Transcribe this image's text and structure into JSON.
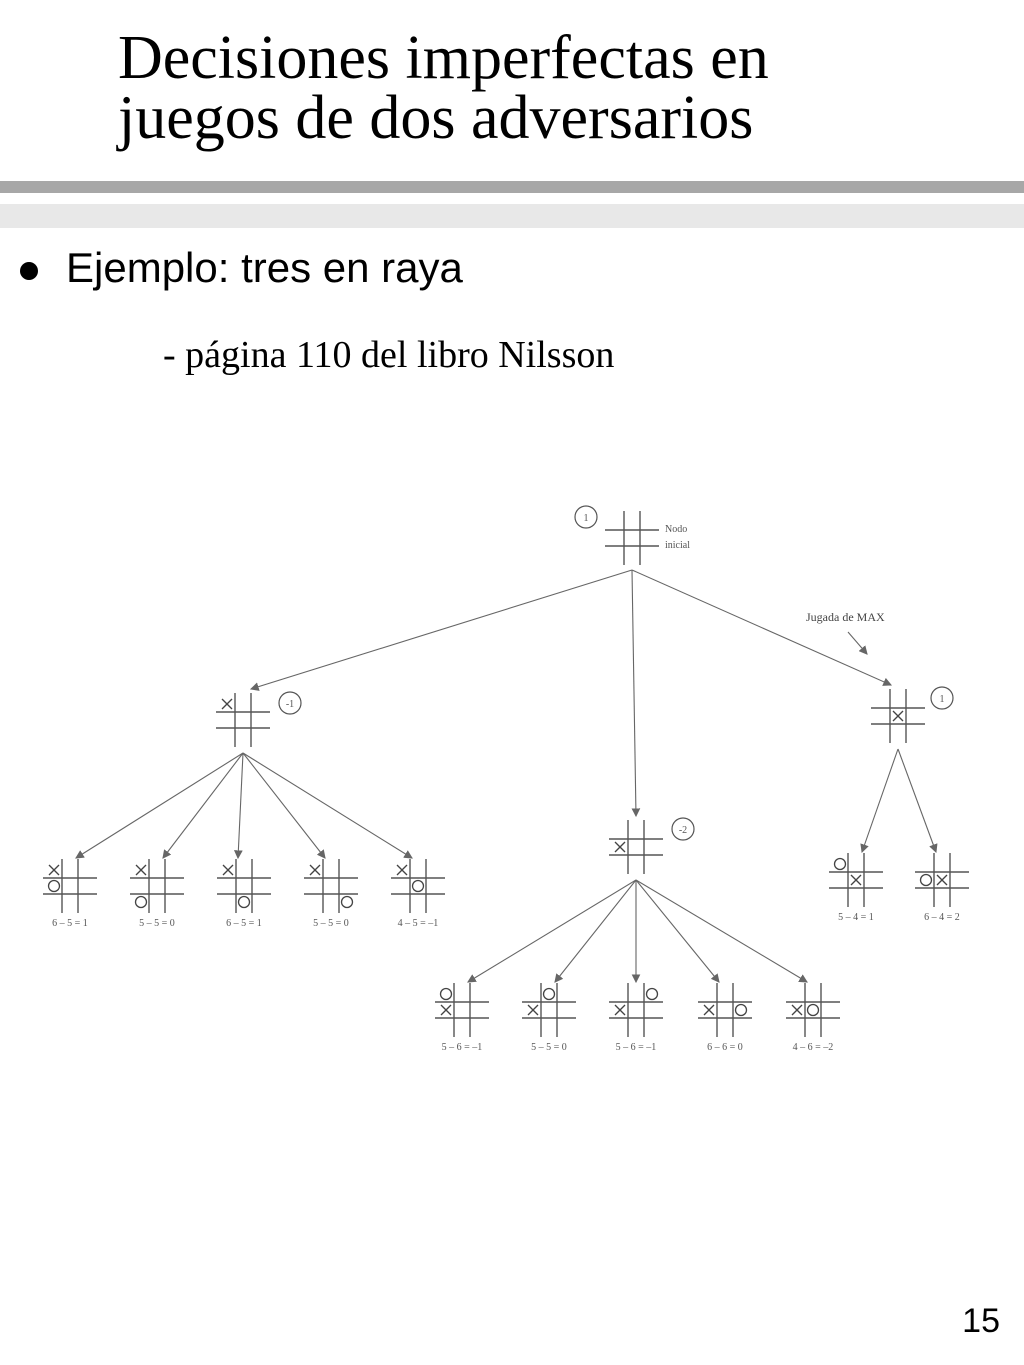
{
  "slide": {
    "title_line1": "Decisiones imperfectas en",
    "title_line2": "juegos de dos adversarios",
    "bullet": "Ejemplo: tres en raya",
    "subtext": "- página 110 del libro  Nilsson",
    "page_number": "15"
  },
  "diagram": {
    "root": {
      "label": "1",
      "note_line1": "Nodo",
      "note_line2": "inicial"
    },
    "max_move_label": "Jugada de MAX",
    "children": [
      {
        "label": "-1",
        "board": [
          "X",
          "",
          "",
          "",
          "",
          "",
          "",
          "",
          ""
        ],
        "leaves": [
          {
            "board": [
              "X",
              "",
              "",
              "O",
              "",
              "",
              "",
              "",
              ""
            ],
            "eval": "6 – 5 = 1"
          },
          {
            "board": [
              "X",
              "",
              "",
              "",
              "",
              "",
              "O",
              "",
              ""
            ],
            "eval": "5 – 5 = 0"
          },
          {
            "board": [
              "X",
              "",
              "",
              "",
              "",
              "",
              "",
              "O",
              ""
            ],
            "eval": "6 – 5 = 1"
          },
          {
            "board": [
              "X",
              "",
              "",
              "",
              "",
              "",
              "",
              "",
              "O"
            ],
            "eval": "5 – 5 = 0"
          },
          {
            "board": [
              "X",
              "",
              "",
              "",
              "O",
              "",
              "",
              "",
              ""
            ],
            "eval": "4 – 5 = –1"
          }
        ]
      },
      {
        "label": "-2",
        "board": [
          "",
          "",
          "",
          "X",
          "",
          "",
          "",
          "",
          ""
        ],
        "leaves": [
          {
            "board": [
              "O",
              "",
              "",
              "X",
              "",
              "",
              "",
              "",
              ""
            ],
            "eval": "5 – 6 = –1"
          },
          {
            "board": [
              "",
              "O",
              "",
              "X",
              "",
              "",
              "",
              "",
              ""
            ],
            "eval": "5 – 5 = 0"
          },
          {
            "board": [
              "",
              "",
              "O",
              "X",
              "",
              "",
              "",
              "",
              ""
            ],
            "eval": "5 – 6 = –1"
          },
          {
            "board": [
              "",
              "",
              "",
              "X",
              "",
              "O",
              "",
              "",
              ""
            ],
            "eval": "6 – 6 = 0"
          },
          {
            "board": [
              "",
              "",
              "",
              "X",
              "O",
              "",
              "",
              "",
              ""
            ],
            "eval": "4 – 6 = –2"
          }
        ]
      },
      {
        "label": "1",
        "board": [
          "",
          "",
          "",
          "",
          "X",
          "",
          "",
          "",
          ""
        ],
        "leaves": [
          {
            "board": [
              "O",
              "",
              "",
              "",
              "X",
              "",
              "",
              "",
              ""
            ],
            "eval": "5 – 4 = 1"
          },
          {
            "board": [
              "",
              "",
              "",
              "O",
              "X",
              "",
              "",
              "",
              ""
            ],
            "eval": "6 – 4 = 2"
          }
        ]
      }
    ]
  }
}
